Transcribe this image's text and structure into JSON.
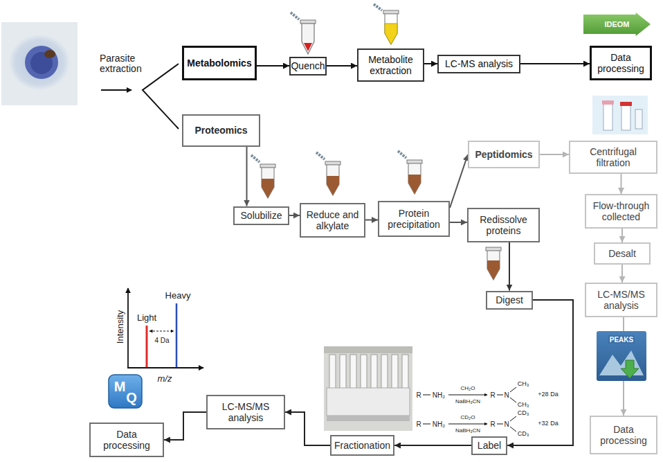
{
  "diagram": {
    "nodes": [
      {
        "text": [
          "Metabolomics"
        ]
      },
      {
        "text": [
          "Quench"
        ]
      },
      {
        "text": [
          "Metabolite extraction"
        ]
      },
      {
        "text": [
          "LC-MS analysis"
        ]
      },
      {
        "text": [
          "IDEOM"
        ]
      },
      {
        "text": [
          "Data processing"
        ]
      },
      {
        "text": [
          "Proteomics"
        ]
      },
      {
        "text": [
          "Solubilize"
        ]
      },
      {
        "text": [
          "Reduce and alkylate"
        ]
      },
      {
        "text": [
          "Protein precipitation"
        ]
      },
      {
        "text": [
          "Peptidomics"
        ]
      },
      {
        "text": [
          "Centrifugal filtration"
        ]
      },
      {
        "text": [
          "Flow-through collected"
        ]
      },
      {
        "text": [
          "Desalt"
        ]
      },
      {
        "text": [
          "LC-MS/MS analysis"
        ]
      },
      {
        "text": [
          "Data processing"
        ]
      },
      {
        "text": [
          "Redissolve proteins"
        ]
      },
      {
        "text": [
          "Digest"
        ]
      },
      {
        "text": [
          "Label"
        ]
      },
      {
        "text": [
          "Fractionation"
        ]
      },
      {
        "text": [
          "LC-MS/MS analysis"
        ]
      },
      {
        "text": [
          "Data processing"
        ]
      }
    ],
    "edges": [
      {
        "from": 0,
        "to": 1,
        "arrow": "to"
      },
      {
        "from": 1,
        "to": 2,
        "arrow": "to"
      },
      {
        "from": 2,
        "to": 3,
        "arrow": "to"
      },
      {
        "from": 3,
        "to": 5,
        "arrow": "to"
      },
      {
        "from": 6,
        "to": 7,
        "arrow": "to"
      },
      {
        "from": 7,
        "to": 8,
        "arrow": "to"
      },
      {
        "from": 8,
        "to": 9,
        "arrow": "to"
      },
      {
        "from": 9,
        "to": 10,
        "arrow": "to"
      },
      {
        "from": 10,
        "to": 11,
        "arrow": "to"
      },
      {
        "from": 11,
        "to": 12,
        "arrow": "to"
      },
      {
        "from": 12,
        "to": 13,
        "arrow": "to"
      },
      {
        "from": 13,
        "to": 14,
        "arrow": "to"
      },
      {
        "from": 14,
        "to": 15,
        "arrow": "to"
      },
      {
        "from": 9,
        "to": 16,
        "arrow": "to"
      },
      {
        "from": 16,
        "to": 17,
        "arrow": "to"
      },
      {
        "from": 17,
        "to": 18,
        "arrow": "to"
      },
      {
        "from": 18,
        "to": 19,
        "arrow": "to"
      },
      {
        "from": 19,
        "to": 20,
        "arrow": "to"
      },
      {
        "from": 20,
        "to": 21,
        "arrow": "to"
      }
    ],
    "labels": [
      "Parasite extraction",
      "Intensity",
      "m/z",
      "Light",
      "Heavy",
      "4 Da",
      "R",
      "NH₂",
      "CH₂O",
      "NaBH₃CN",
      "R",
      "N",
      "CH₃",
      "CH₃",
      "+28 Da",
      "R",
      "NH₂",
      "CD₂O",
      "NaBH₃CN",
      "R",
      "N",
      "CD₃",
      "CD₃",
      "+32 Da",
      "M",
      "Q",
      "PEAKS"
    ]
  }
}
